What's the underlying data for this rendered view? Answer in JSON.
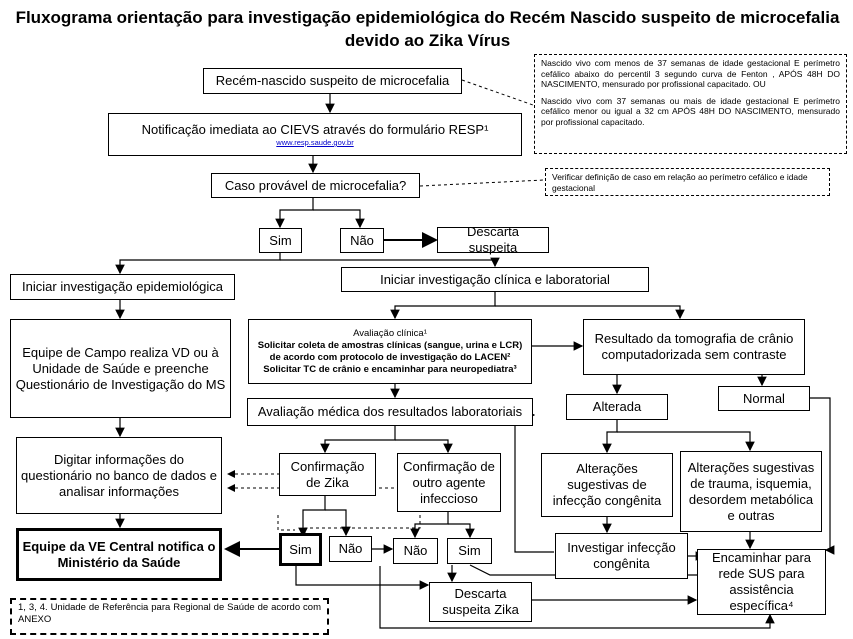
{
  "title": "Fluxograma orientação para investigação epidemiológica do Recém Nascido suspeito de microcefalia devido ao Zika Vírus",
  "nodes": {
    "suspeito": "Recém-nascido suspeito de microcefalia",
    "notificacao": "Notificação imediata ao CIEVS através do formulário RESP¹",
    "notificacao_link": "www.resp.saude.gov.br",
    "caso_provavel": "Caso provável de microcefalia?",
    "sim1": "Sim",
    "nao1": "Não",
    "descarta1": "Descarta suspeita",
    "inv_epi": "Iniciar investigação epidemiológica",
    "inv_clin": "Iniciar investigação clínica e laboratorial",
    "equipe_campo": "Equipe de Campo realiza VD ou à Unidade de Saúde e preenche Questionário de Investigação do MS",
    "aval_clin_1": "Avaliação clínica¹",
    "aval_clin_2": "Solicitar coleta de amostras clínicas (sangue, urina e LCR) de acordo com protocolo de investigação do LACEN²",
    "aval_clin_3": "Solicitar TC de crânio e encaminhar para neuropediatra³",
    "tomografia": "Resultado da tomografia de crânio computadorizada sem contraste",
    "alterada": "Alterada",
    "normal": "Normal",
    "aval_med": "Avaliação médica dos resultados laboratoriais",
    "digitar": "Digitar informações do questionário no banco de dados e analisar informações",
    "conf_zika": "Confirmação de Zika",
    "conf_outro": "Confirmação de outro agente infeccioso",
    "alt_congenita": "Alterações sugestivas de infecção congênita",
    "alt_trauma": "Alterações sugestivas de trauma, isquemia, desordem metabólica e outras",
    "equipe_ve": "Equipe da VE Central notifica o Ministério da Saúde",
    "sim2": "Sim",
    "nao2": "Não",
    "nao3": "Não",
    "sim3": "Sim",
    "investigar": "Investigar infecção congênita",
    "encaminhar": "Encaminhar para rede SUS para assistência específica⁴",
    "descarta2": "Descarta suspeita Zika"
  },
  "notes": {
    "definicao_1": "Nascido vivo com menos de 37 semanas de idade gestacional E perímetro cefálico abaixo do percentil 3 segundo curva de Fenton , APÓS 48H DO NASCIMENTO, mensurado por profissional capacitado. OU",
    "definicao_2": "Nascido vivo com 37 semanas ou mais de idade gestacional E perímetro cefálico menor ou igual a 32 cm APÓS 48H DO NASCIMENTO, mensurado por profissional capacitado.",
    "verificar": "Verificar definição de caso em relação ao perímetro cefálico e idade gestacional",
    "rodape": "1, 3, 4. Unidade de Referência para Regional de Saúde de acordo com ANEXO"
  }
}
